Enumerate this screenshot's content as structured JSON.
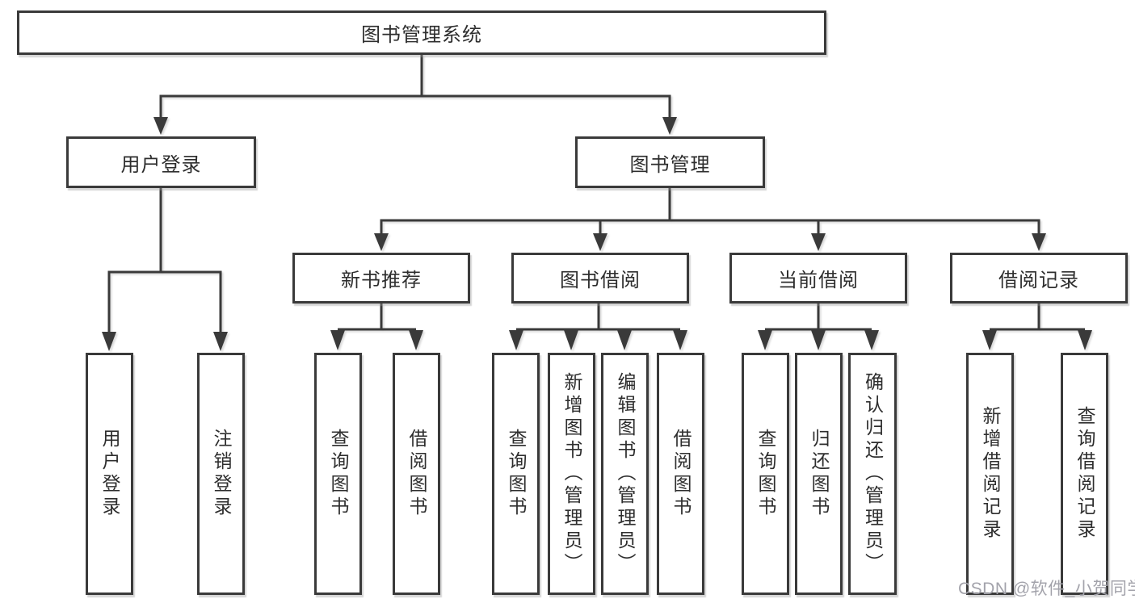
{
  "colors": {
    "line": "#3a3a3a",
    "text": "#2e2e2e",
    "watermark": "#a3a3ab",
    "background": "#ffffff"
  },
  "watermark": "CSDN @软件_小贺同学",
  "tree": {
    "root": "图书管理系统",
    "children": [
      {
        "label": "用户登录",
        "children": [
          "用户登录",
          "注销登录"
        ]
      },
      {
        "label": "图书管理",
        "children": [
          {
            "label": "新书推荐",
            "children": [
              "查询图书",
              "借阅图书"
            ]
          },
          {
            "label": "图书借阅",
            "children": [
              "查询图书",
              "新增图书（管理员）",
              "编辑图书（管理员）",
              "借阅图书"
            ]
          },
          {
            "label": "当前借阅",
            "children": [
              "查询图书",
              "归还图书",
              "确认归还（管理员）"
            ]
          },
          {
            "label": "借阅记录",
            "children": [
              "新增借阅记录",
              "查询借阅记录"
            ]
          }
        ]
      }
    ]
  }
}
